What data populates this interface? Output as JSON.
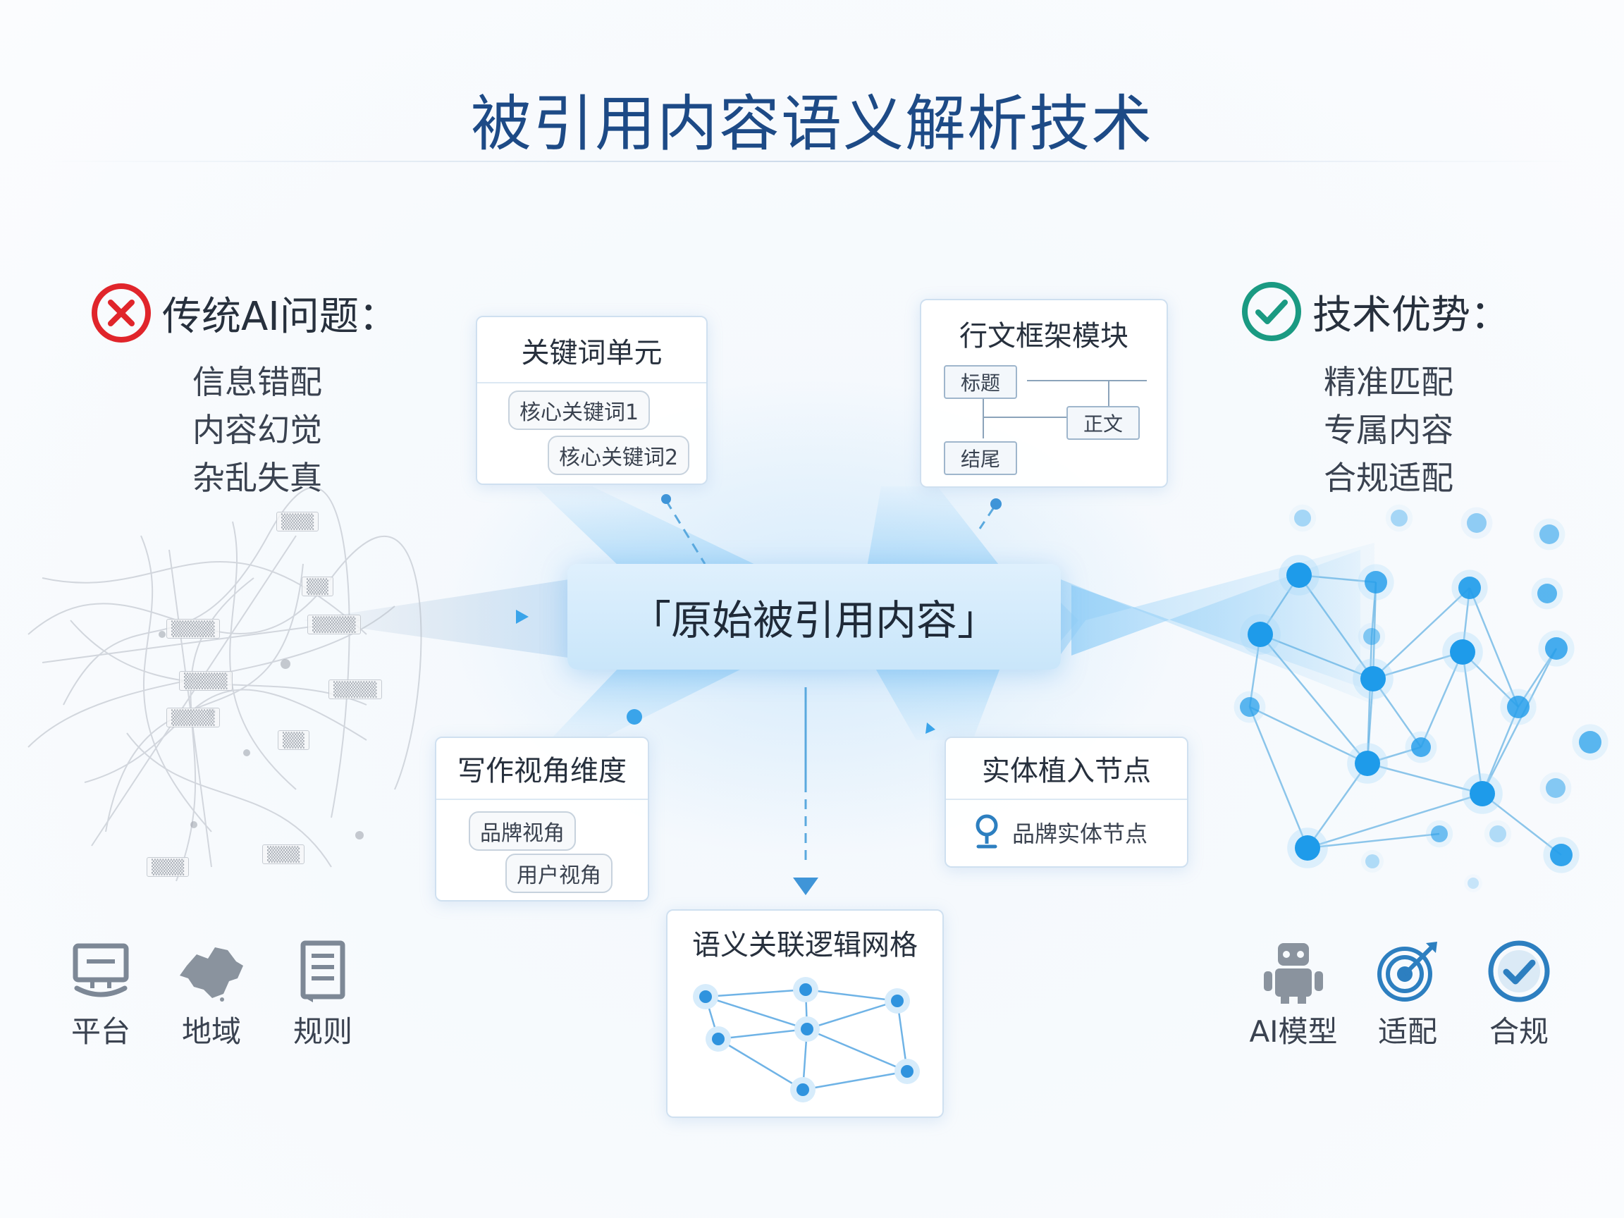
{
  "title": "被引用内容语义解析技术",
  "left": {
    "heading": "传统AI问题：",
    "problems": [
      "信息错配",
      "内容幻觉",
      "杂乱失真"
    ],
    "icons": [
      {
        "icon": "platform-monitor-icon",
        "label": "平台"
      },
      {
        "icon": "region-map-icon",
        "label": "地域"
      },
      {
        "icon": "rules-document-icon",
        "label": "规则"
      }
    ]
  },
  "right": {
    "heading": "技术优势：",
    "advantages": [
      "精准匹配",
      "专属内容",
      "合规适配"
    ],
    "icons": [
      {
        "icon": "robot-icon",
        "label": "AI模型"
      },
      {
        "icon": "target-icon",
        "label": "适配"
      },
      {
        "icon": "check-circle-icon",
        "label": "合规"
      }
    ]
  },
  "center": {
    "label": "「原始被引用内容」"
  },
  "cards": {
    "keyword_unit": {
      "title": "关键词单元",
      "items": [
        "核心关键词1",
        "核心关键词2"
      ]
    },
    "framework": {
      "title": "行文框架模块",
      "nodes": [
        "标题",
        "正文",
        "结尾"
      ]
    },
    "perspective": {
      "title": "写作视角维度",
      "items": [
        "品牌视角",
        "用户视角"
      ]
    },
    "entity": {
      "title": "实体植入节点",
      "item": "品牌实体节点"
    },
    "semantic_grid": {
      "title": "语义关联逻辑网格"
    }
  },
  "colors": {
    "title": "#1d4a86",
    "problem_red": "#e0252b",
    "advantage_green": "#1a9a82",
    "node_blue": "#1e9bea",
    "icon_gray": "#7d8896",
    "icon_blue": "#2d7fc0"
  }
}
